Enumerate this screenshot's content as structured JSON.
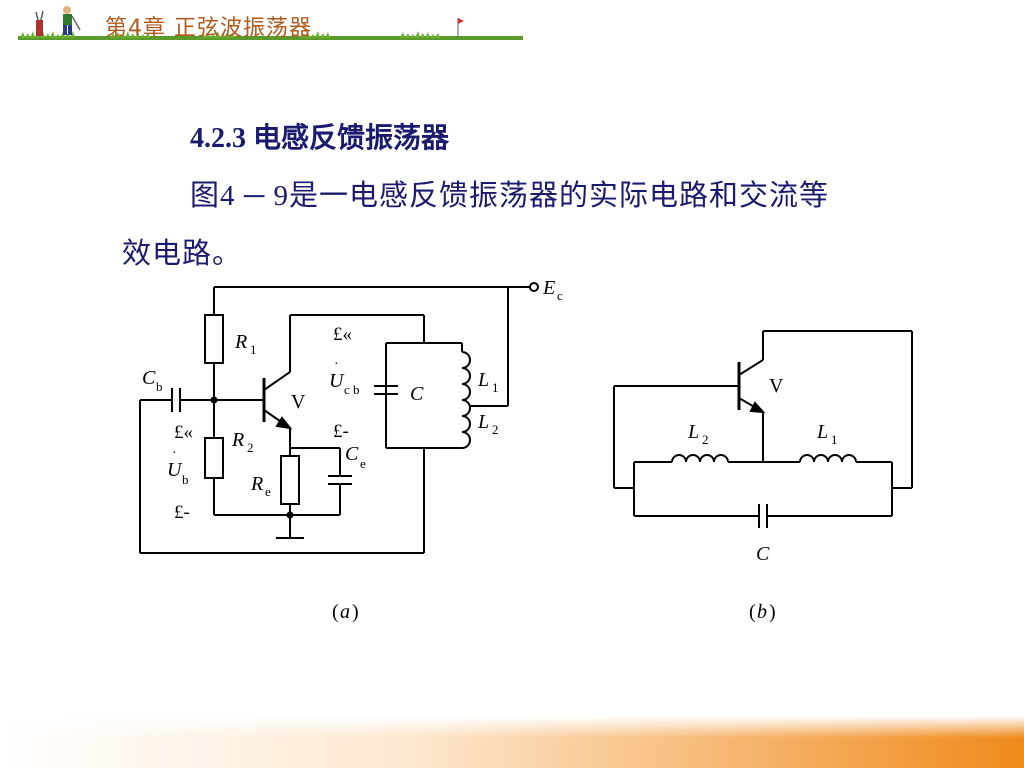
{
  "header": {
    "chapter_title": "第4章  正弦波振荡器"
  },
  "section": {
    "title": "4.2.3 电感反馈振荡器",
    "paragraph_line1": "图4 ─ 9是一电感反馈振荡器的实际电路和交流等",
    "paragraph_line2": "效电路。"
  },
  "diagram_a": {
    "caption_open": "(",
    "caption_letter": "a",
    "caption_close": ")",
    "labels": {
      "ec": "E",
      "ec_sub": "c",
      "r1": "R",
      "r1_sub": "1",
      "r2": "R",
      "r2_sub": "2",
      "re": "R",
      "re_sub": "e",
      "cb": "C",
      "cb_sub": "b",
      "ce": "C",
      "ce_sub": "e",
      "c": "C",
      "l1": "L",
      "l1_sub": "1",
      "l2": "L",
      "l2_sub": "2",
      "v": "V",
      "ucb": "U",
      "ucb_sub": "c b",
      "ub": "U",
      "ub_sub": "b",
      "plus_top": "£«",
      "minus_top": "£-",
      "plus_left": "£«",
      "minus_left": "£-"
    }
  },
  "diagram_b": {
    "caption_open": "(",
    "caption_letter": "b",
    "caption_close": ")",
    "labels": {
      "v": "V",
      "l1": "L",
      "l1_sub": "1",
      "l2": "L",
      "l2_sub": "2",
      "c": "C"
    }
  },
  "colors": {
    "text_primary": "#1a1a6e",
    "chapter_title": "#b05a1c",
    "grass": "#5a9a2a",
    "footer_start": "#ffffff",
    "footer_end": "#f08a1c"
  }
}
